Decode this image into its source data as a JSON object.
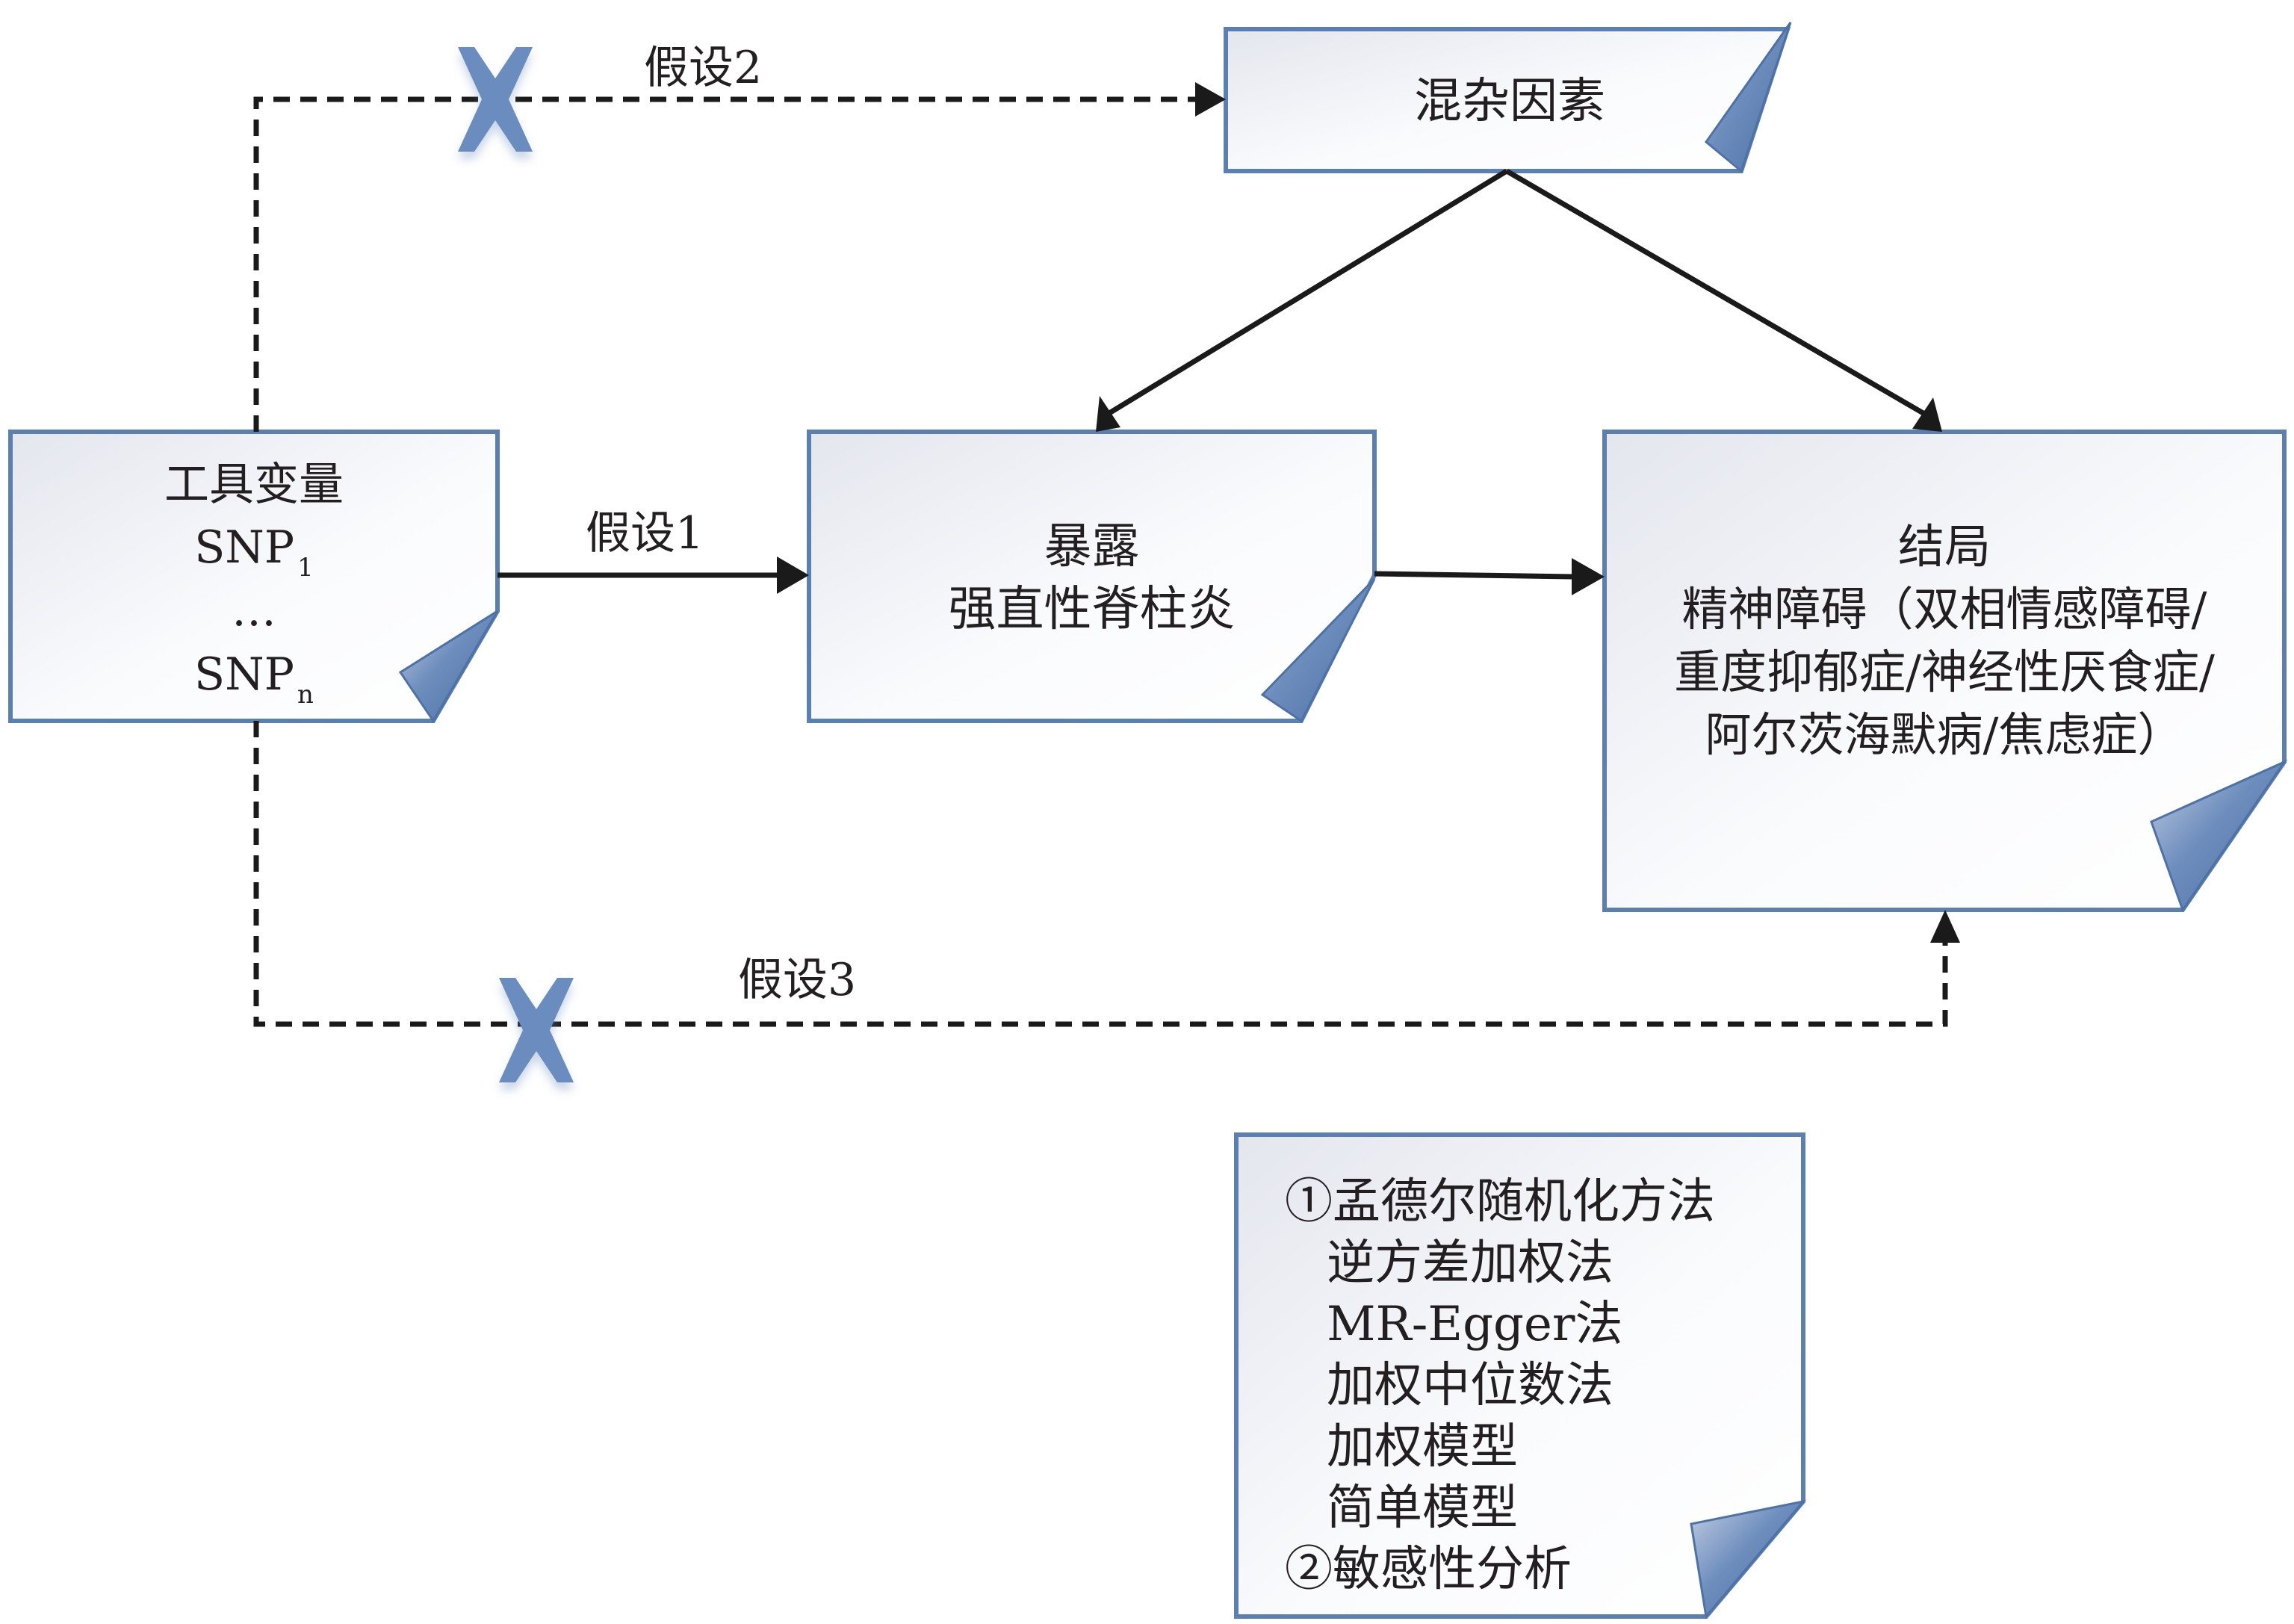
{
  "diagram": {
    "type": "mendelian-randomization-flowchart",
    "nodes": {
      "instrument": {
        "title": "工具变量",
        "snp_first_base": "SNP",
        "snp_first_sub": "1",
        "ellipsis": "…",
        "snp_last_base": "SNP",
        "snp_last_sub": "n"
      },
      "exposure": {
        "title": "暴露",
        "name": "强直性脊柱炎"
      },
      "confounder": {
        "title": "混杂因素"
      },
      "outcome": {
        "title": "结局",
        "lines": [
          "精神障碍（双相情感障碍/",
          "重度抑郁症/神经性厌食症/",
          "阿尔茨海默病/焦虑症）"
        ]
      },
      "methods": {
        "items": [
          {
            "text": "①孟德尔随机化方法",
            "indent": false
          },
          {
            "text": "逆方差加权法",
            "indent": true
          },
          {
            "text": "MR-Egger法",
            "indent": true
          },
          {
            "text": "加权中位数法",
            "indent": true
          },
          {
            "text": "加权模型",
            "indent": true
          },
          {
            "text": "简单模型",
            "indent": true
          },
          {
            "text": "②敏感性分析",
            "indent": false
          }
        ]
      }
    },
    "edges": [
      {
        "from": "instrument",
        "to": "exposure",
        "label": "假设1",
        "style": "solid",
        "blocked": false
      },
      {
        "from": "instrument",
        "to": "confounder",
        "label": "假设2",
        "style": "dashed",
        "blocked": true
      },
      {
        "from": "instrument",
        "to": "outcome",
        "label": "假设3",
        "style": "dashed",
        "blocked": true
      },
      {
        "from": "exposure",
        "to": "outcome",
        "label": "",
        "style": "solid",
        "blocked": false
      },
      {
        "from": "confounder",
        "to": "exposure",
        "label": "",
        "style": "solid",
        "blocked": false
      },
      {
        "from": "confounder",
        "to": "outcome",
        "label": "",
        "style": "solid",
        "blocked": false
      }
    ],
    "colors": {
      "box_border": "#5b7fae",
      "box_fill_light": "#ffffff",
      "box_fill_shade": "#e6e8f0",
      "fold_dark": "#4f72a6",
      "fold_light": "#c9d4e6",
      "cross_mark": "#6a8cbf",
      "line": "#1a1a1a",
      "text": "#231f20"
    }
  }
}
